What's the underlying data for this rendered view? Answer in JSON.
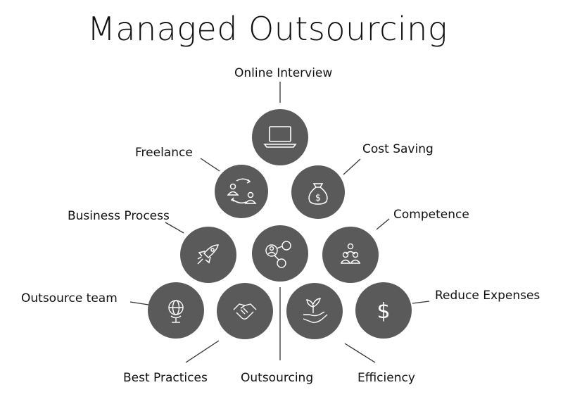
{
  "title": "Managed Outsourcing",
  "labels": {
    "online_interview": "Online Interview",
    "freelance": "Freelance",
    "cost_saving": "Cost Saving",
    "business_process": "Business Process",
    "competence": "Competence",
    "outsource_team": "Outsource team",
    "reduce_expenses": "Reduce Expenses",
    "best_practices": "Best Practices",
    "outsourcing": "Outsourcing",
    "efficiency": "Efficiency"
  },
  "colors": {
    "circle": "#5a5a5a",
    "icon": "#ffffff",
    "line": "#333333",
    "text": "#111111"
  },
  "nodes": [
    {
      "id": "online-interview",
      "icon": "laptop-icon"
    },
    {
      "id": "freelance",
      "icon": "exchange-people-icon"
    },
    {
      "id": "cost-saving",
      "icon": "money-bag-icon"
    },
    {
      "id": "business-process",
      "icon": "rocket-icon"
    },
    {
      "id": "outsourcing-hub",
      "icon": "network-people-icon"
    },
    {
      "id": "competence",
      "icon": "team-icon"
    },
    {
      "id": "outsource-team",
      "icon": "globe-icon"
    },
    {
      "id": "best-practices",
      "icon": "handshake-icon"
    },
    {
      "id": "efficiency",
      "icon": "plant-hand-icon"
    },
    {
      "id": "reduce-expenses",
      "icon": "dollar-icon"
    }
  ]
}
